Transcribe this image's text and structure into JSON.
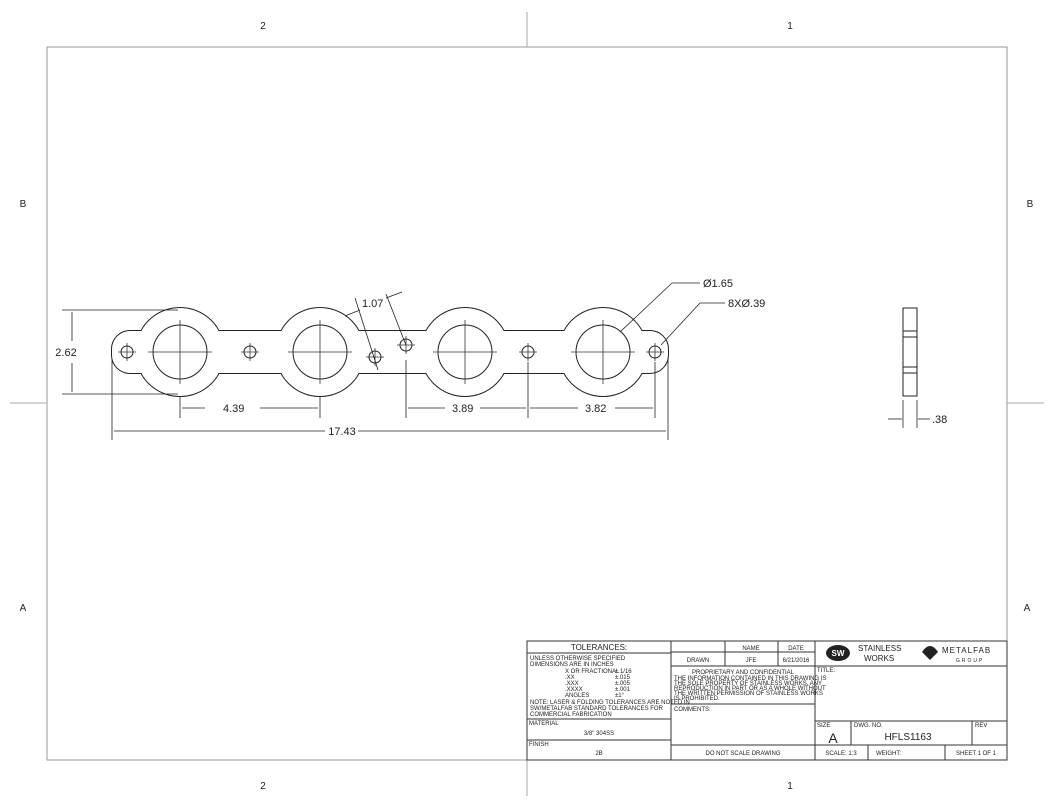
{
  "zones": {
    "top": [
      "2",
      "1"
    ],
    "bottom": [
      "2",
      "1"
    ],
    "left": [
      "B",
      "A"
    ],
    "right": [
      "B",
      "A"
    ]
  },
  "dimensions": {
    "height": "2.62",
    "overall_length": "17.43",
    "port_spacing_1": "4.39",
    "hole_spacing_1": "3.89",
    "hole_spacing_2": "3.82",
    "offset": "1.07",
    "port_diameter": "Ø1.65",
    "bolt_holes": "8XØ.39",
    "thickness": ".38"
  },
  "title_block": {
    "tolerances_header": "TOLERANCES:",
    "tolerances_lines": [
      "UNLESS OTHERWISE SPECIFIED",
      "DIMENSIONS ARE IN INCHES"
    ],
    "tolerance_table": [
      [
        "X OR FRACTIONAL",
        "± 1/16"
      ],
      [
        ".XX",
        "±.015"
      ],
      [
        ".XXX",
        "±.005"
      ],
      [
        ".XXXX",
        "±.001"
      ],
      [
        "ANGLES",
        "±1°"
      ]
    ],
    "tolerance_note": [
      "NOTE: LASER & FOLDING TOLERANCES ARE NOTED IN",
      "SW/METALFAB STANDARD TOLERANCES FOR",
      "COMMERCIAL FABRICATION"
    ],
    "material_label": "MATERIAL",
    "material": "3/8\" 304SS",
    "finish_label": "FINISH",
    "finish": "2B",
    "name_header": "NAME",
    "date_header": "DATE",
    "drawn_label": "DRAWN",
    "drawn_name": "JFE",
    "drawn_date": "6/21/2016",
    "proprietary_title": "PROPRIETARY AND CONFIDENTIAL",
    "proprietary_text": [
      "THE INFORMATION CONTAINED IN THIS DRAWING IS",
      "THE SOLE PROPERTY OF STAINLESS WORKS. ANY",
      "REPRODUCTION IN PART OR AS A WHOLE WITHOUT",
      "THE WRITTEN PERMISSION OF STAINLESS WORKS",
      "IS PROHIBITED."
    ],
    "comments_label": "COMMENTS:",
    "do_not_scale": "DO NOT SCALE DRAWING",
    "logo1_mark": "SW",
    "logo1_line1": "STAINLESS",
    "logo1_line2": "WORKS",
    "logo2_line1": "METALFAB",
    "logo2_line2": "GROUP",
    "title_label": "TITLE:",
    "size_label": "SIZE",
    "size": "A",
    "dwg_no_label": "DWG.  NO.",
    "dwg_no": "HFLS1163",
    "rev_label": "REV",
    "scale": "SCALE: 1:3",
    "weight": "WEIGHT:",
    "sheet": "SHEET 1 OF 1"
  }
}
